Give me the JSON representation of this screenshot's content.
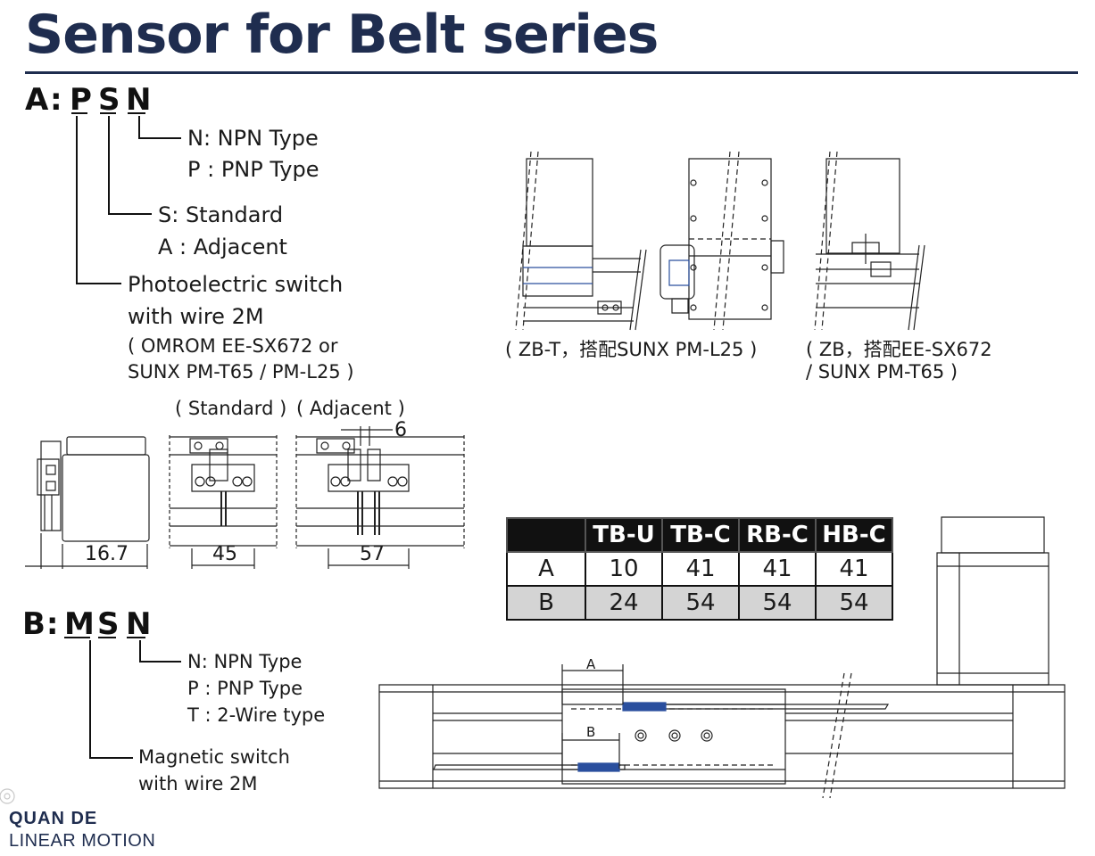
{
  "title": "Sensor for Belt series",
  "section_a": {
    "code_prefix": "A:",
    "code_letters": [
      "P",
      "S",
      "N"
    ],
    "n_label_1": "N: NPN Type",
    "n_label_2": "P : PNP Type",
    "s_label_1": "S: Standard",
    "s_label_2": "A : Adjacent",
    "p_label_1": "Photoelectric switch",
    "p_label_2": "with wire 2M",
    "p_label_3": "( OMROM EE-SX672 or",
    "p_label_4": "SUNX PM-T65 / PM-L25 )"
  },
  "mount_views": {
    "standard_label": "( Standard )",
    "adjacent_label": "( Adjacent )",
    "dim_side": "16.7",
    "dim_standard": "45",
    "dim_adjacent": "57",
    "dim_gap": "6"
  },
  "profile_views": {
    "zbt_caption": "( ZB-T，搭配SUNX PM-L25 )",
    "zb_caption_1": "( ZB，搭配EE-SX672",
    "zb_caption_2": "/ SUNX PM-T65 )"
  },
  "section_b": {
    "code_prefix": "B:",
    "code_letters": [
      "M",
      "S",
      "N"
    ],
    "n_label_1": "N: NPN Type",
    "n_label_2": "P : PNP Type",
    "n_label_3": "T :  2-Wire type",
    "m_label_1": "Magnetic switch",
    "m_label_2": "with wire 2M"
  },
  "spec_table": {
    "columns": [
      "",
      "TB-U",
      "TB-C",
      "RB-C",
      "HB-C"
    ],
    "rows": [
      {
        "label": "A",
        "values": [
          "10",
          "41",
          "41",
          "41"
        ]
      },
      {
        "label": "B",
        "values": [
          "24",
          "54",
          "54",
          "54"
        ]
      }
    ]
  },
  "actuator": {
    "dim_a": "A",
    "dim_b": "B"
  },
  "logo": {
    "line1": "QUAN DE",
    "line2": "LINEAR MOTION"
  },
  "colors": {
    "title": "#1f2d4f",
    "sensor_blue": "#2a4f9e",
    "table_header": "#111111",
    "table_row_b": "#d4d4d4"
  }
}
